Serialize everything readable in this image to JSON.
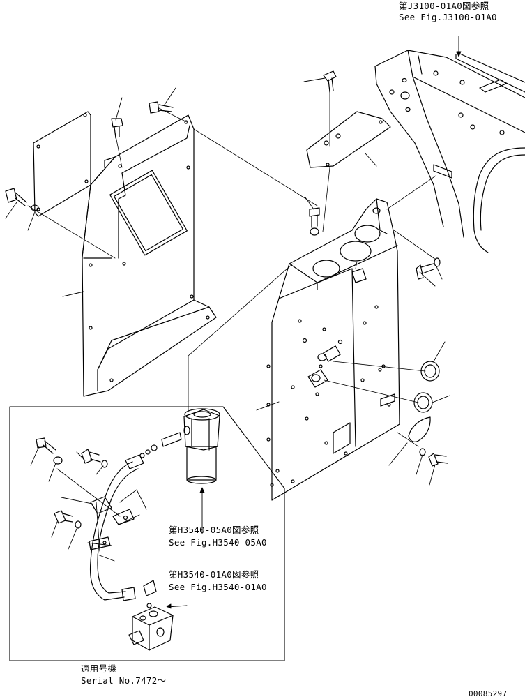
{
  "references": {
    "j3100_jp": "第J3100-01A0図参照",
    "j3100_en": "See Fig.J3100-01A0",
    "h3540_05_jp": "第H3540-05A0図参照",
    "h3540_05_en": "See Fig.H3540-05A0",
    "h3540_01_jp": "第H3540-01A0図参照",
    "h3540_01_en": "See Fig.H3540-01A0"
  },
  "serial": {
    "jp": "適用号機",
    "en": "Serial No.7472～"
  },
  "drawing_number": "00085297"
}
